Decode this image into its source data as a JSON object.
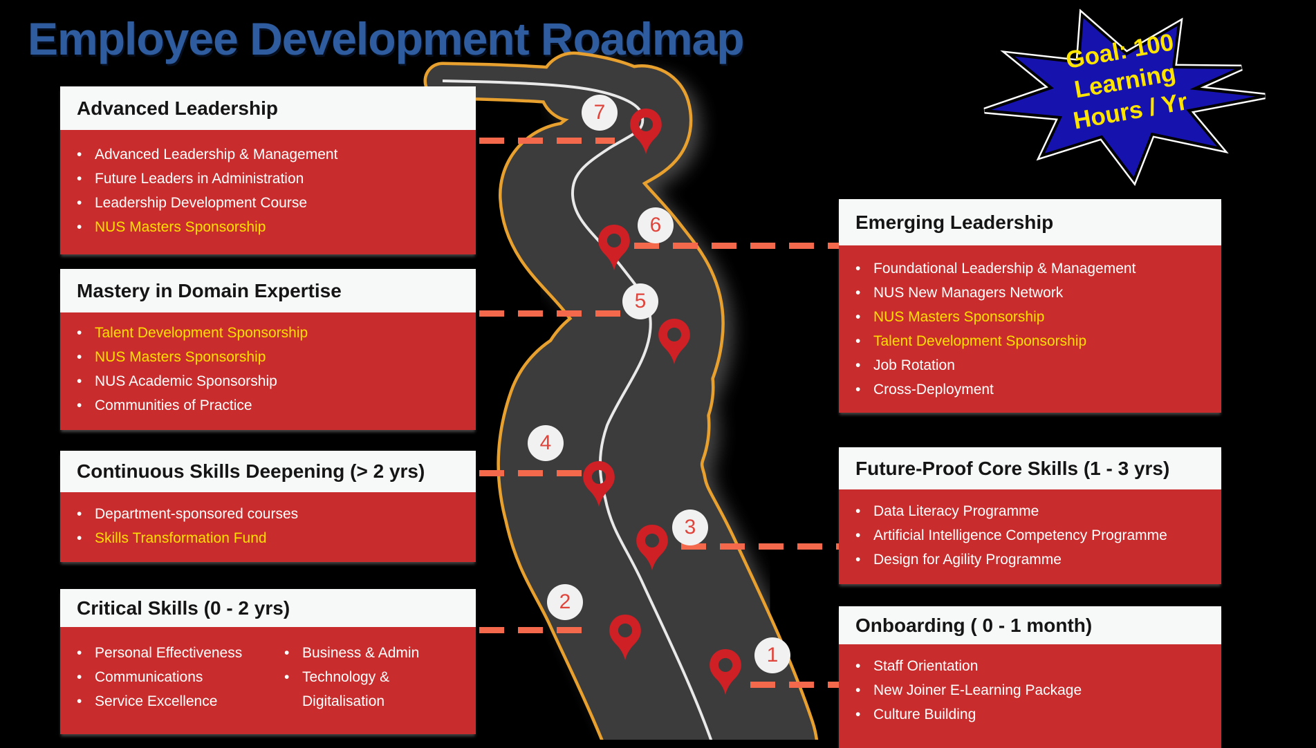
{
  "title": "Employee Development Roadmap",
  "goal_badge": {
    "line1": "Goal: 100",
    "line2": "Learning",
    "line3": "Hours / Yr"
  },
  "markers": [
    "1",
    "2",
    "3",
    "4",
    "5",
    "6",
    "7"
  ],
  "boxes": [
    {
      "id": "advanced-leadership",
      "title": "Advanced Leadership",
      "columns": [
        [
          {
            "text": "Advanced Leadership & Management",
            "color": "white"
          },
          {
            "text": "Future Leaders in Administration",
            "color": "white"
          },
          {
            "text": "Leadership Development Course",
            "color": "white"
          },
          {
            "text": "NUS Masters Sponsorship",
            "color": "yellow"
          }
        ]
      ]
    },
    {
      "id": "mastery-domain-expertise",
      "title": "Mastery in Domain Expertise",
      "columns": [
        [
          {
            "text": "Talent Development Sponsorship",
            "color": "yellow"
          },
          {
            "text": "NUS Masters Sponsorship",
            "color": "yellow"
          },
          {
            "text": "NUS Academic Sponsorship",
            "color": "white"
          },
          {
            "text": "Communities of Practice",
            "color": "white"
          }
        ]
      ]
    },
    {
      "id": "continuous-skills-deepening",
      "title": "Continuous Skills Deepening (> 2 yrs)",
      "columns": [
        [
          {
            "text": "Department-sponsored courses",
            "color": "white"
          },
          {
            "text": "Skills Transformation Fund",
            "color": "yellow"
          }
        ]
      ]
    },
    {
      "id": "critical-skills",
      "title": "Critical Skills (0 - 2 yrs)",
      "columns": [
        [
          {
            "text": "Personal Effectiveness",
            "color": "white"
          },
          {
            "text": "Communications",
            "color": "white"
          },
          {
            "text": "Service Excellence",
            "color": "white"
          }
        ],
        [
          {
            "text": "Business & Admin",
            "color": "white"
          },
          {
            "text": "Technology & Digitalisation",
            "color": "white"
          }
        ]
      ]
    },
    {
      "id": "emerging-leadership",
      "title": "Emerging Leadership",
      "columns": [
        [
          {
            "text": "Foundational Leadership & Management",
            "color": "white"
          },
          {
            "text": "NUS New Managers Network",
            "color": "white"
          },
          {
            "text": "NUS Masters Sponsorship",
            "color": "yellow"
          },
          {
            "text": "Talent Development Sponsorship",
            "color": "yellow"
          },
          {
            "text": "Job Rotation",
            "color": "white"
          },
          {
            "text": "Cross-Deployment",
            "color": "white"
          }
        ]
      ]
    },
    {
      "id": "future-proof-core-skills",
      "title": "Future-Proof Core Skills (1 - 3 yrs)",
      "columns": [
        [
          {
            "text": "Data Literacy Programme",
            "color": "white"
          },
          {
            "text": "Artificial Intelligence Competency Programme",
            "color": "white"
          },
          {
            "text": "Design for Agility Programme",
            "color": "white"
          }
        ]
      ]
    },
    {
      "id": "onboarding",
      "title": "Onboarding ( 0 - 1 month)",
      "columns": [
        [
          {
            "text": "Staff Orientation",
            "color": "white"
          },
          {
            "text": "New Joiner E-Learning Package",
            "color": "white"
          },
          {
            "text": "Culture Building",
            "color": "white"
          }
        ]
      ]
    }
  ],
  "colors": {
    "background": "#000000",
    "title_blue": "#2E5C9E",
    "panel_red": "#C92C2C",
    "panel_header_bg": "#F7F8F8",
    "highlight_yellow": "#FFE000",
    "dash_coral": "#F4694C",
    "marker_circle_bg": "#F1F1F1",
    "marker_number_red": "#E0453C",
    "pin_red": "#CE2025",
    "road_gray": "#3C3C3C",
    "road_edge_yellow": "#E8A02E",
    "badge_blue": "#1612AE",
    "badge_text_yellow": "#FFE400"
  }
}
